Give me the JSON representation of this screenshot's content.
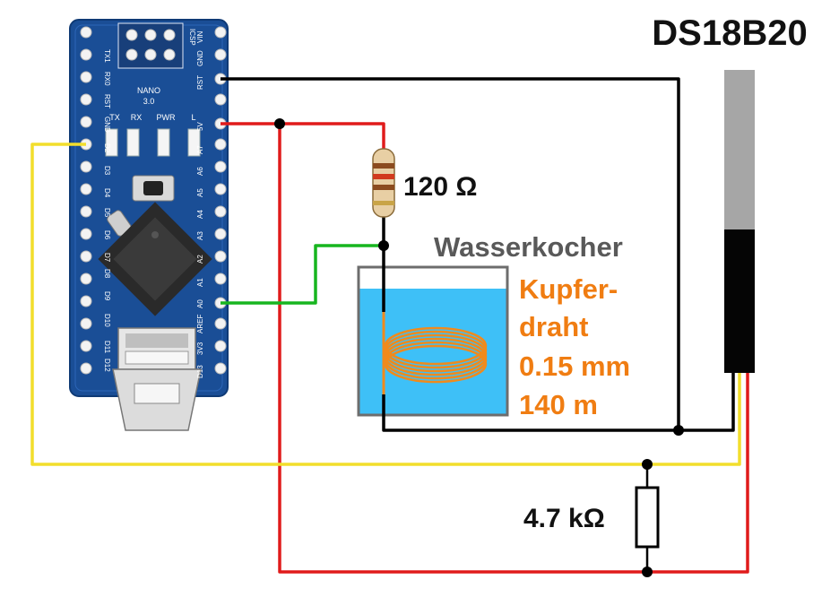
{
  "title": "DS18B20",
  "resistor_120": "120 Ω",
  "kettle_label": "Wasserkocher",
  "coil_label": [
    "Kupfer-",
    "draht",
    "0.15 mm",
    "140 m"
  ],
  "resistor_47k": "4.7 kΩ",
  "board": {
    "name": "NANO",
    "version": "3.0",
    "icsp": "ICSP",
    "leds": [
      "TX",
      "RX",
      "PWR",
      "L"
    ],
    "left_pins": [
      "TX1",
      "RX0",
      "RST",
      "GND",
      "D2",
      "D3",
      "D4",
      "D5",
      "D6",
      "D7",
      "D8",
      "D9",
      "D10",
      "D11",
      "D12"
    ],
    "right_pins": [
      "VIN",
      "GND",
      "RST",
      "5V",
      "A7",
      "A6",
      "A5",
      "A4",
      "A3",
      "A2",
      "A1",
      "A0",
      "AREF",
      "3V3",
      "D13"
    ]
  },
  "colors": {
    "red": "#e01b1b",
    "black": "#000000",
    "yellow": "#f2de2c",
    "green": "#17b51f",
    "water": "#3ec0f7",
    "coil": "#f08a1c",
    "board": "#1a4e96",
    "probe_gray": "#a6a6a6"
  }
}
